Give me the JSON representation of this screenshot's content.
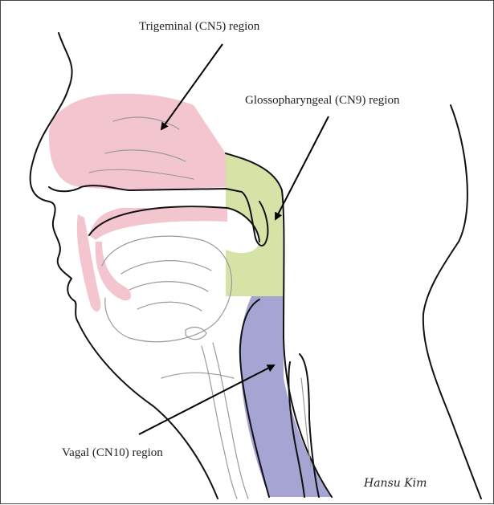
{
  "labels": {
    "trigeminal": "Trigeminal (CN5) region",
    "glossopharyngeal": "Glossopharyngeal (CN9) region",
    "vagal": "Vagal (CN10) region"
  },
  "signature": "Hansu Kim",
  "colors": {
    "trigeminal_region": "#f3c6cf",
    "glossopharyngeal_region": "#d5e3a6",
    "vagal_region": "#a6a4d3",
    "outline": "#111111",
    "border": "#444444"
  }
}
